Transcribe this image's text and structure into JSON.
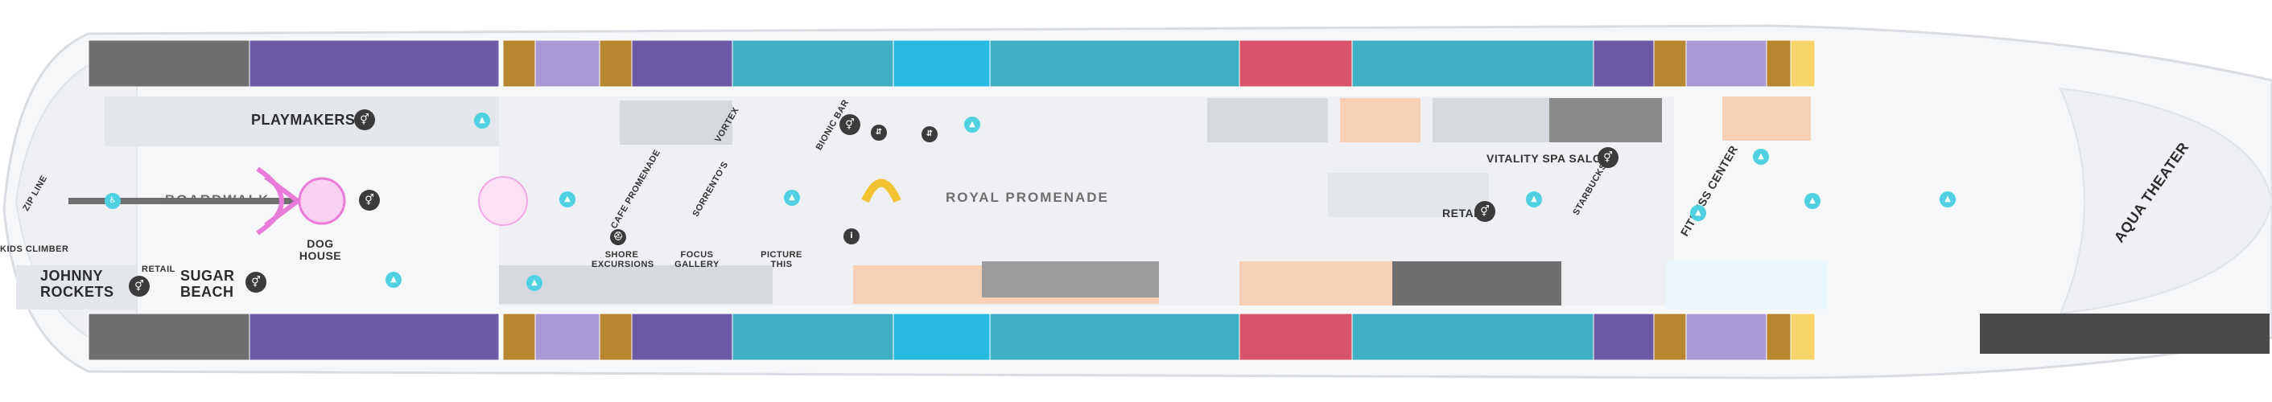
{
  "map": {
    "venues": {
      "playmakers": "PLAYMAKERS",
      "boardwalk": "BOARDWALK",
      "royal_promenade": "ROYAL PROMENADE",
      "vitality_spa_salon": "VITALITY SPA SALON",
      "retail_right": "RETAIL",
      "retail_left": "RETAIL",
      "johnny_rockets": "JOHNNY ROCKETS",
      "sugar_beach": "SUGAR BEACH",
      "dog_house": "DOG HOUSE",
      "kids_climber": "KIDS CLIMBER",
      "shore_excursions": "SHORE EXCURSIONS",
      "focus_gallery": "FOCUS GALLERY",
      "picture_this": "PICTURE THIS",
      "aqua_theater": "AQUA THEATER",
      "fitness_center": "FITNESS CENTER",
      "vortex": "VORTEX",
      "bionic_bar": "BIONIC BAR",
      "cafe_promenade": "CAFE PROMENADE",
      "sorrentos": "SORRENTO'S",
      "zip_line": "ZIP LINE",
      "starbucks": "STARBUCKS"
    },
    "icons": {
      "restroom": "restroom-icon",
      "elevator": "elevator-icon",
      "stairs": "stairs-icon",
      "info": "info-icon",
      "accessible": "accessible-icon",
      "lifejacket": "lifejacket-icon"
    },
    "colors": {
      "hull_outline": "#d9dde2",
      "deck_floor": "#eef0f3",
      "public_area": "#d6d9dd",
      "cabin_purple": "#6d5aa6",
      "cabin_light_purple": "#a99ad6",
      "cabin_gold": "#b7862e",
      "cabin_teal": "#3fb0c3",
      "cabin_cyan": "#28b9e0",
      "cabin_red": "#d7546a",
      "cabin_pink": "#f3a1ad",
      "cabin_gray": "#6f6f6f",
      "cabin_yellow": "#f7d56a",
      "accent_teal": "#4fd1e1",
      "accent_pink": "#e97cd8",
      "accent_peach": "#f7d0b6"
    }
  }
}
